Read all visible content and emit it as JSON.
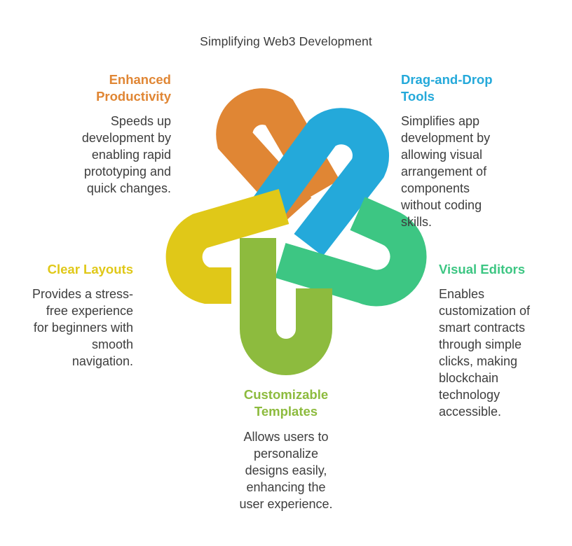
{
  "title": "Simplifying Web3 Development",
  "colors": {
    "enhanced_productivity": "#E08634",
    "drag_and_drop": "#24A9DA",
    "visual_editors": "#3DC683",
    "customizable_templates": "#8DBB3E",
    "clear_layouts": "#E0C818"
  },
  "items": {
    "enhanced_productivity": {
      "heading": [
        "Enhanced",
        "Productivity"
      ],
      "body": [
        "Speeds up",
        "development by",
        "enabling rapid",
        "prototyping and",
        "quick changes."
      ]
    },
    "drag_and_drop": {
      "heading": [
        "Drag-and-Drop",
        "Tools"
      ],
      "body": [
        "Simplifies app",
        "development by",
        "allowing visual",
        "arrangement of",
        "components",
        "without coding",
        "skills."
      ]
    },
    "visual_editors": {
      "heading": [
        "Visual Editors"
      ],
      "body": [
        "Enables",
        "customization of",
        "smart contracts",
        "through simple",
        "clicks, making",
        "blockchain",
        "technology",
        "accessible."
      ]
    },
    "customizable_templates": {
      "heading": [
        "Customizable",
        "Templates"
      ],
      "body": [
        "Allows users to",
        "personalize",
        "designs easily,",
        "enhancing the",
        "user experience."
      ]
    },
    "clear_layouts": {
      "heading": [
        "Clear Layouts"
      ],
      "body": [
        "Provides a stress-",
        "free experience",
        "for beginners with",
        "smooth",
        "navigation."
      ]
    }
  }
}
